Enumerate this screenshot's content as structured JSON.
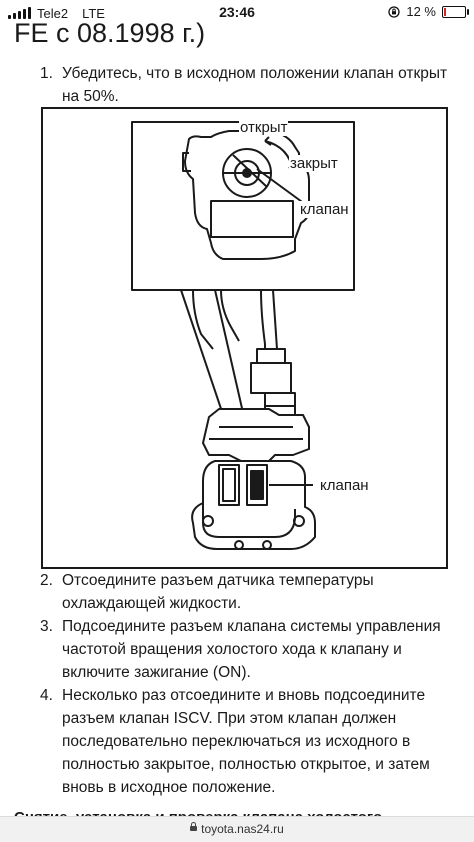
{
  "status_bar": {
    "carrier": "Tele2",
    "network": "LTE",
    "time": "23:46",
    "battery_text": "12 %",
    "battery_level": 0.12,
    "battery_color": "#d4262a"
  },
  "page": {
    "title": "FE с 08.1998 г.)",
    "steps": [
      {
        "num": "1.",
        "text": "Убедитесь, что в исходном положении клапан открыт на 50%."
      },
      {
        "num": "2.",
        "text": "Отсоедините разъем датчика температуры охлаждающей жидкости."
      },
      {
        "num": "3.",
        "text": "Подсоедините разъем клапана системы управления частотой вращения холостого хода к клапану и включите зажигание (ON)."
      },
      {
        "num": "4.",
        "text": "Несколько раз отсоедините и вновь подсоедините разъем клапан ISCV. При этом клапан должен последовательно переключаться из исходного в полностью закрытое, полностью открытое, и затем вновь в исходное положение."
      }
    ],
    "figure": {
      "label_open": "открыт",
      "label_closed": "закрыт",
      "label_valve_top": "клапан",
      "label_valve_bottom": "клапан"
    },
    "cutoff_heading": "Снятие, установка и проверка клапана холостого"
  },
  "browser": {
    "url": "toyota.nas24.ru",
    "lock_icon": "lock-icon"
  }
}
